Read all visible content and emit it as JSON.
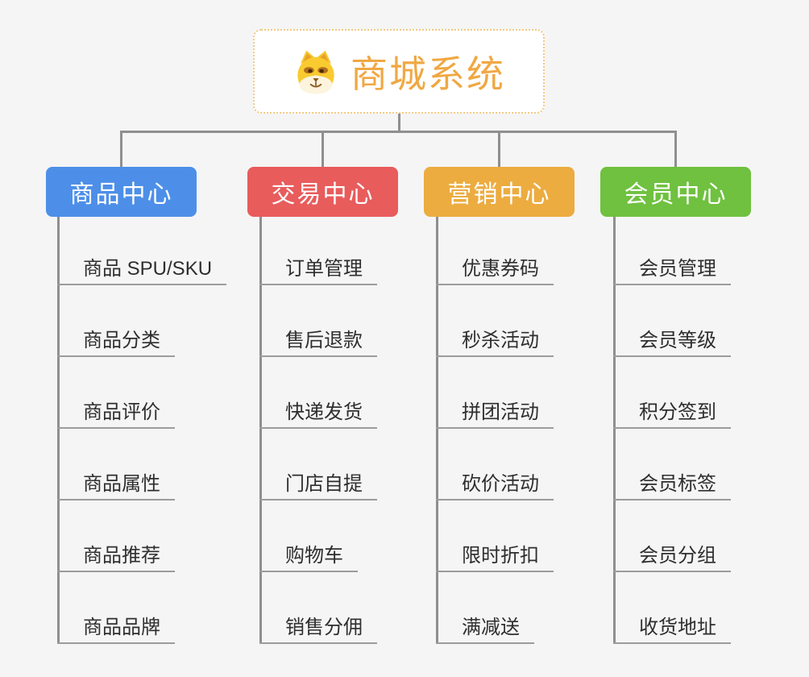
{
  "root": {
    "title": "商城系统",
    "icon": "dog-face-icon"
  },
  "branches": [
    {
      "label": "商品中心",
      "color": "#4D8FE8",
      "items": [
        "商品 SPU/SKU",
        "商品分类",
        "商品评价",
        "商品属性",
        "商品推荐",
        "商品品牌"
      ]
    },
    {
      "label": "交易中心",
      "color": "#E85C5C",
      "items": [
        "订单管理",
        "售后退款",
        "快递发货",
        "门店自提",
        "购物车",
        "销售分佣"
      ]
    },
    {
      "label": "营销中心",
      "color": "#ECAC40",
      "items": [
        "优惠券码",
        "秒杀活动",
        "拼团活动",
        "砍价活动",
        "限时折扣",
        "满减送"
      ]
    },
    {
      "label": "会员中心",
      "color": "#6FC13F",
      "items": [
        "会员管理",
        "会员等级",
        "积分签到",
        "会员标签",
        "会员分组",
        "收货地址"
      ]
    }
  ],
  "colors": {
    "root_accent": "#F0A843",
    "root_border": "#F3C97E",
    "connector": "#8f8f8f",
    "leaf_underline": "#9c9c9c",
    "background": "#f5f5f6"
  }
}
